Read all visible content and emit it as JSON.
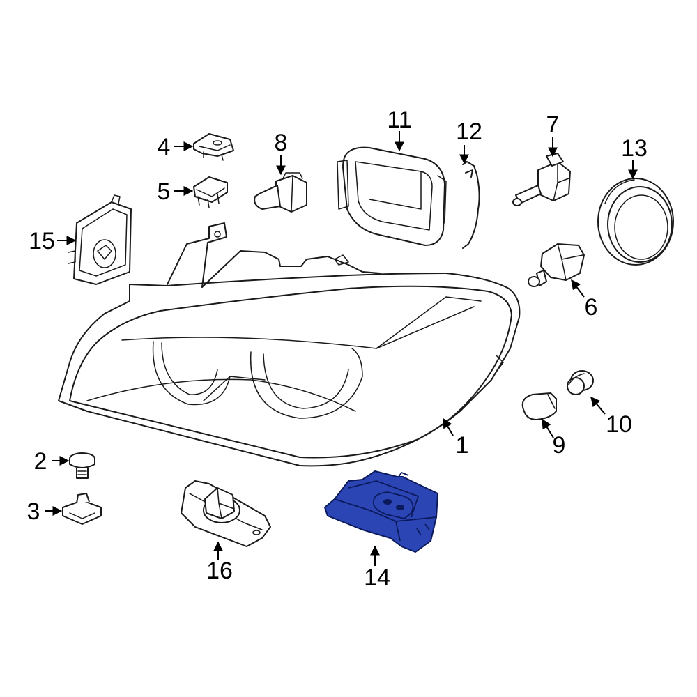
{
  "callouts": {
    "c1": "1",
    "c2": "2",
    "c3": "3",
    "c4": "4",
    "c5": "5",
    "c6": "6",
    "c7": "7",
    "c8": "8",
    "c9": "9",
    "c10": "10",
    "c11": "11",
    "c12": "12",
    "c13": "13",
    "c14": "14",
    "c15": "15",
    "c16": "16"
  },
  "colors": {
    "highlight_fill": "#2b45b5",
    "highlight_stroke": "#0b1a5c",
    "line": "#1a1a1a",
    "background": "#ffffff"
  },
  "highlighted_part": "14"
}
